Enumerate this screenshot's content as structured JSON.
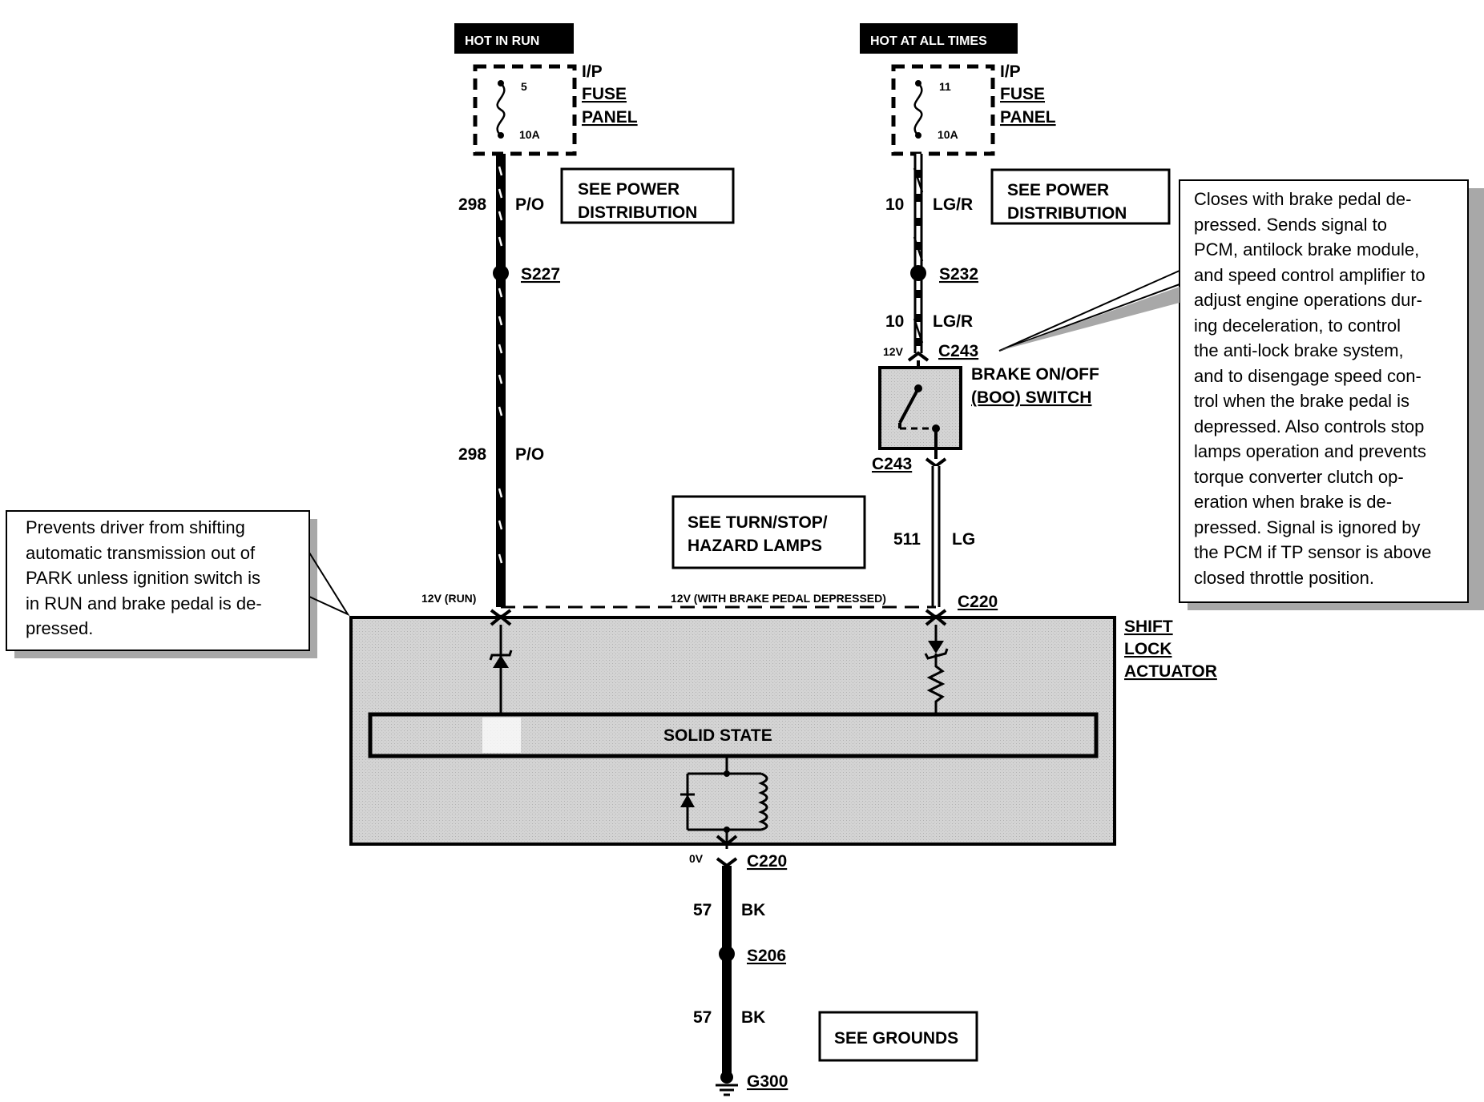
{
  "colors": {
    "ink": "#000000",
    "module_fill": "#d4d4d4",
    "shadow": "#a8a8a8",
    "paper": "#ffffff"
  },
  "supplies": {
    "left": {
      "tag": "HOT IN RUN",
      "fuse_number": "5",
      "fuse_rating": "10A",
      "panel": [
        "I/P",
        "FUSE",
        "PANEL"
      ]
    },
    "right": {
      "tag": "HOT AT ALL TIMES",
      "fuse_number": "11",
      "fuse_rating": "10A",
      "panel": [
        "I/P",
        "FUSE",
        "PANEL"
      ]
    }
  },
  "refs": {
    "power_left": [
      "SEE POWER",
      "DISTRIBUTION"
    ],
    "power_right": [
      "SEE POWER",
      "DISTRIBUTION"
    ],
    "turn_stop": [
      "SEE TURN/STOP/",
      "HAZARD LAMPS"
    ],
    "grounds": "SEE GROUNDS"
  },
  "wires": {
    "left_upper": {
      "circuit": "298",
      "color": "P/O"
    },
    "left_lower": {
      "circuit": "298",
      "color": "P/O"
    },
    "right_upper": {
      "circuit": "10",
      "color": "LG/R"
    },
    "right_lower": {
      "circuit": "10",
      "color": "LG/R"
    },
    "brake": {
      "circuit": "511",
      "color": "LG"
    },
    "ground_upper": {
      "circuit": "57",
      "color": "BK"
    },
    "ground_lower": {
      "circuit": "57",
      "color": "BK"
    }
  },
  "splices": {
    "left": "S227",
    "right": "S232",
    "ground": "S206"
  },
  "connectors": {
    "boo_top": "C243",
    "boo_bottom": "C243",
    "actuator_top": "C220",
    "actuator_bottom": "C220"
  },
  "voltages": {
    "boo_input": "12V",
    "run": "12V (RUN)",
    "brake": "12V (WITH BRAKE PEDAL DEPRESSED)",
    "ground": "0V"
  },
  "ground": "G300",
  "boo_switch": [
    "BRAKE ON/OFF",
    "(BOO) SWITCH"
  ],
  "actuator": {
    "label": [
      "SHIFT",
      "LOCK",
      "ACTUATOR"
    ],
    "solid_state": "SOLID STATE"
  },
  "notes": {
    "boo": [
      "Closes with brake pedal de-",
      "pressed.  Sends signal to",
      "PCM, antilock brake module,",
      "and speed control amplifier to",
      "adjust engine operations dur-",
      "ing deceleration, to control",
      "the anti-lock brake system,",
      "and to disengage speed con-",
      "trol when the brake pedal is",
      "depressed. Also controls stop",
      "lamps operation and prevents",
      "torque converter clutch op-",
      "eration when brake is de-",
      "pressed.  Signal is ignored by",
      "the PCM if TP sensor is above",
      "closed throttle position."
    ],
    "shift": [
      "Prevents driver from shifting",
      "automatic transmission out of",
      "PARK unless ignition switch is",
      "in RUN and brake pedal is de-",
      "pressed."
    ]
  }
}
